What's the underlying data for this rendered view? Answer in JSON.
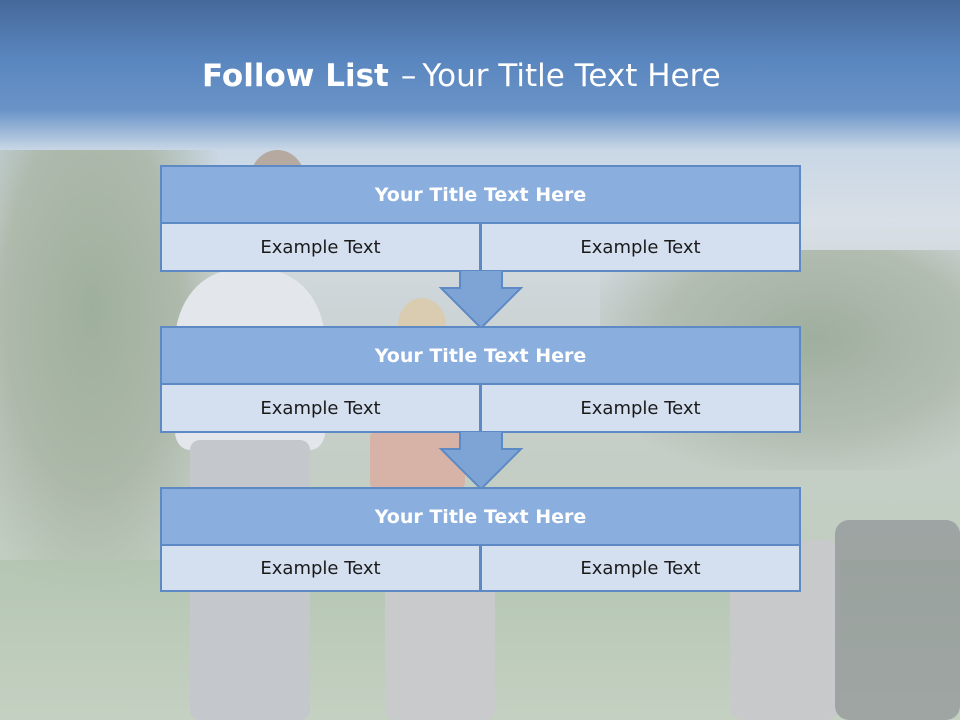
{
  "slide": {
    "title_bold": "Follow List",
    "title_dash": "–",
    "title_rest": "Your Title Text Here"
  },
  "colors": {
    "header_band": "#5a86bf",
    "block_title_fill": "#8aaede",
    "block_border": "#5d89c4",
    "cell_fill": "#d4dff0",
    "arrow_fill": "#7ea4d6"
  },
  "blocks": [
    {
      "title": "Your Title Text Here",
      "left": "Example Text",
      "right": "Example Text"
    },
    {
      "title": "Your Title Text Here",
      "left": "Example Text",
      "right": "Example Text"
    },
    {
      "title": "Your Title Text Here",
      "left": "Example Text",
      "right": "Example Text"
    }
  ]
}
